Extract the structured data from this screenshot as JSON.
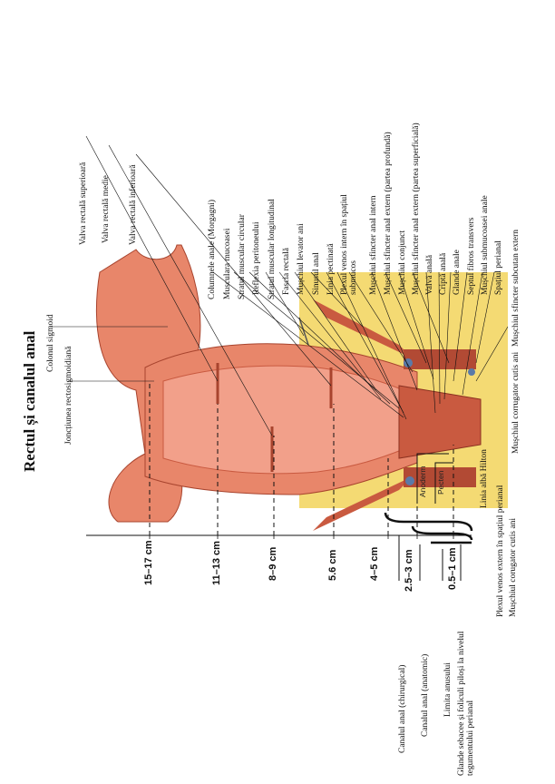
{
  "title": "Rectul și canalul anal",
  "labels_left": [
    "Colonul sigmoid",
    "Joncțiunea rectosigmoidiană"
  ],
  "labels_right": [
    "Valva rectală superioară",
    "Valva rectală medie",
    "Valva rectală inferioară",
    "Columnele anale (Morgagni)",
    "Musculara mucoasei",
    "Stratul muscular circular",
    "Reflexia peritoneului",
    "Stratul muscular longitudinal",
    "Fascia rectală",
    "Mușchiul levator ani",
    "Sinusul anal",
    "Linia pectinată",
    "Plexul venos intern în spațiul submucos",
    "Mușchiul sfincter anal intern",
    "Mușchiul sfincter anal extern (partea profundă)",
    "Mușchiul conjunct",
    "Mușchiul sfincter anal extern (partea superficială)",
    "Valvă anală",
    "Criptă anală",
    "Glande anale",
    "Septul fibros transvers",
    "Mușchiul submucoasei anale",
    "Spațiul perianal",
    "Mușchiul sfincter subcutan extern"
  ],
  "labels_bottom": [
    "Mușchiul corrugator cutis ani",
    "Linia albă Hilton",
    "Plexul venos extern în spațiul perianal",
    "Mușchiul corugator cutis ani"
  ],
  "scale_marks": [
    "15–17 cm",
    "11–13 cm",
    "8–9 cm",
    "5.6 cm",
    "4–5 cm",
    "2.5–3 cm",
    "0.5–1 cm"
  ],
  "inner_labels": {
    "anoderm": "Anoderm",
    "pecten": "Pecten"
  },
  "labels_lower_left": [
    "Canalul anal (chirurgical)",
    "Canalul anal (anatomic)",
    "Limita anusului",
    "Glande sebacee și foliculi piloși la nivelul tegumentului perianal"
  ],
  "colors": {
    "tissue": "#e8866a",
    "tissue_dark": "#c95a40",
    "fat": "#f2d45a",
    "mucosa": "#f2a08a",
    "line": "#111111"
  }
}
